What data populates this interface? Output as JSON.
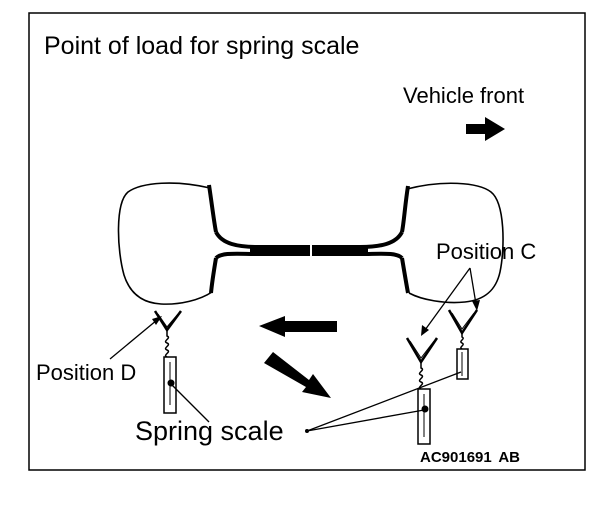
{
  "title": "Point of load for spring scale",
  "labels": {
    "vehicle_front": "Vehicle front",
    "position_c": "Position C",
    "position_d": "Position D",
    "spring_scale": "Spring scale"
  },
  "figure_code": {
    "main": "AC901691",
    "suffix": "AB"
  },
  "colors": {
    "ink": "#000000",
    "paper": "#ffffff"
  }
}
